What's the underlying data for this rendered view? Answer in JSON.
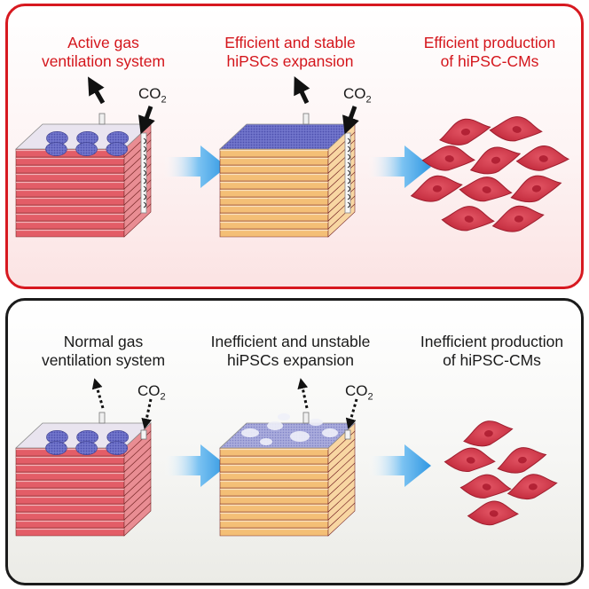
{
  "top_panel": {
    "col1": "Active gas\nventilation system",
    "col2": "Efficient and stable\nhiPSCs expansion",
    "col3": "Efficient production\nof hiPSC-CMs",
    "co2_a": "CO",
    "co2_a_sub": "2",
    "co2_b": "CO",
    "co2_b_sub": "2"
  },
  "bottom_panel": {
    "col1": "Normal gas\nventilation system",
    "col2": "Inefficient and unstable\nhiPSCs expansion",
    "col3": "Inefficient production\nof hiPSC-CMs",
    "co2_a": "CO",
    "co2_a_sub": "2",
    "co2_b": "CO",
    "co2_b_sub": "2"
  },
  "colors": {
    "active_border": "#d71920",
    "normal_border": "#1b1b1b",
    "tray_red": "#e0555e",
    "tray_orange": "#f5c27a",
    "cell_blue": "#6b6fc8",
    "cardiomyocyte": "#d63c4c",
    "flow_arrow": "#3aa2e8"
  }
}
